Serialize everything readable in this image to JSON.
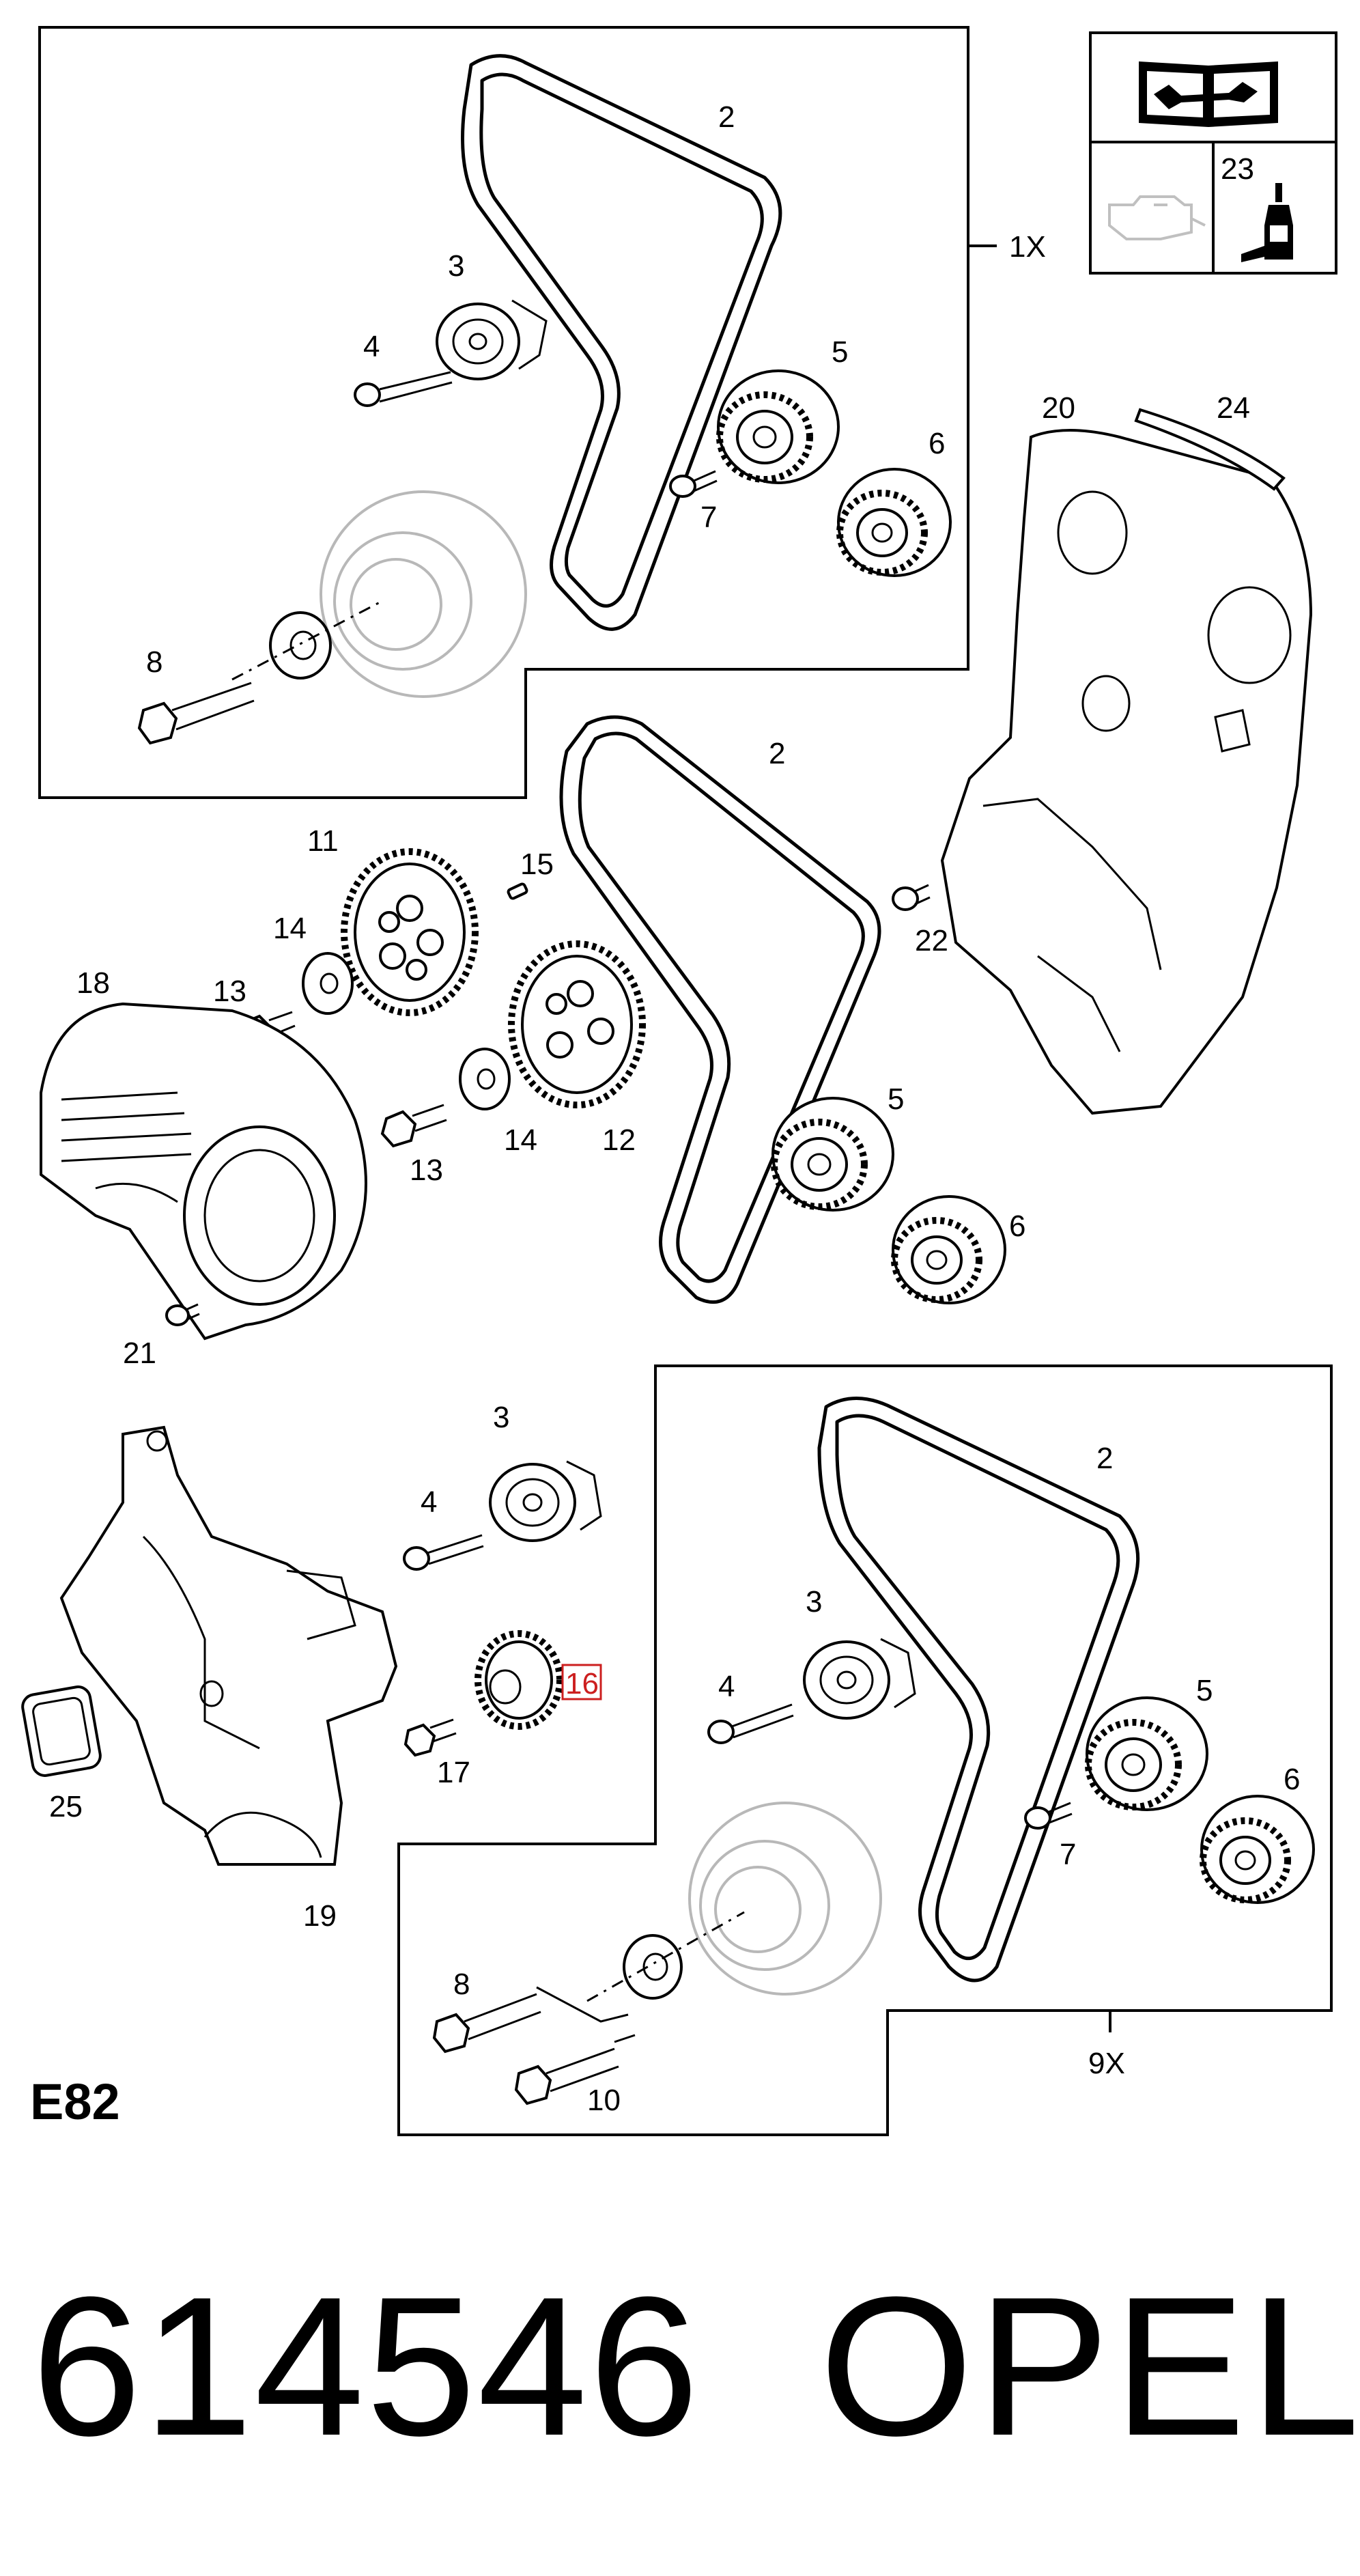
{
  "diagram": {
    "section_code": "E82",
    "part_number": "614546",
    "brand": "OPEL",
    "highlighted_callout": "16",
    "colors": {
      "line": "#000000",
      "ghost": "#b8b8b8",
      "highlight": "#cc1f1f"
    },
    "legend_icons": [
      "service-manual-icon",
      "engine-oil-icon",
      "lubricant-bottle-icon"
    ],
    "qty_top": "1X",
    "qty_bottom": "9X",
    "callouts": {
      "legend": [
        "23"
      ],
      "top_kit": [
        "2",
        "3",
        "4",
        "5",
        "6",
        "7",
        "8"
      ],
      "middle": [
        "2",
        "5",
        "6",
        "11",
        "12",
        "13",
        "13",
        "14",
        "14",
        "15",
        "18",
        "20",
        "21",
        "22",
        "24"
      ],
      "lower_left": [
        "3",
        "4",
        "16",
        "17",
        "19",
        "25"
      ],
      "bottom_kit": [
        "2",
        "3",
        "4",
        "5",
        "6",
        "7",
        "8",
        "10"
      ]
    }
  }
}
